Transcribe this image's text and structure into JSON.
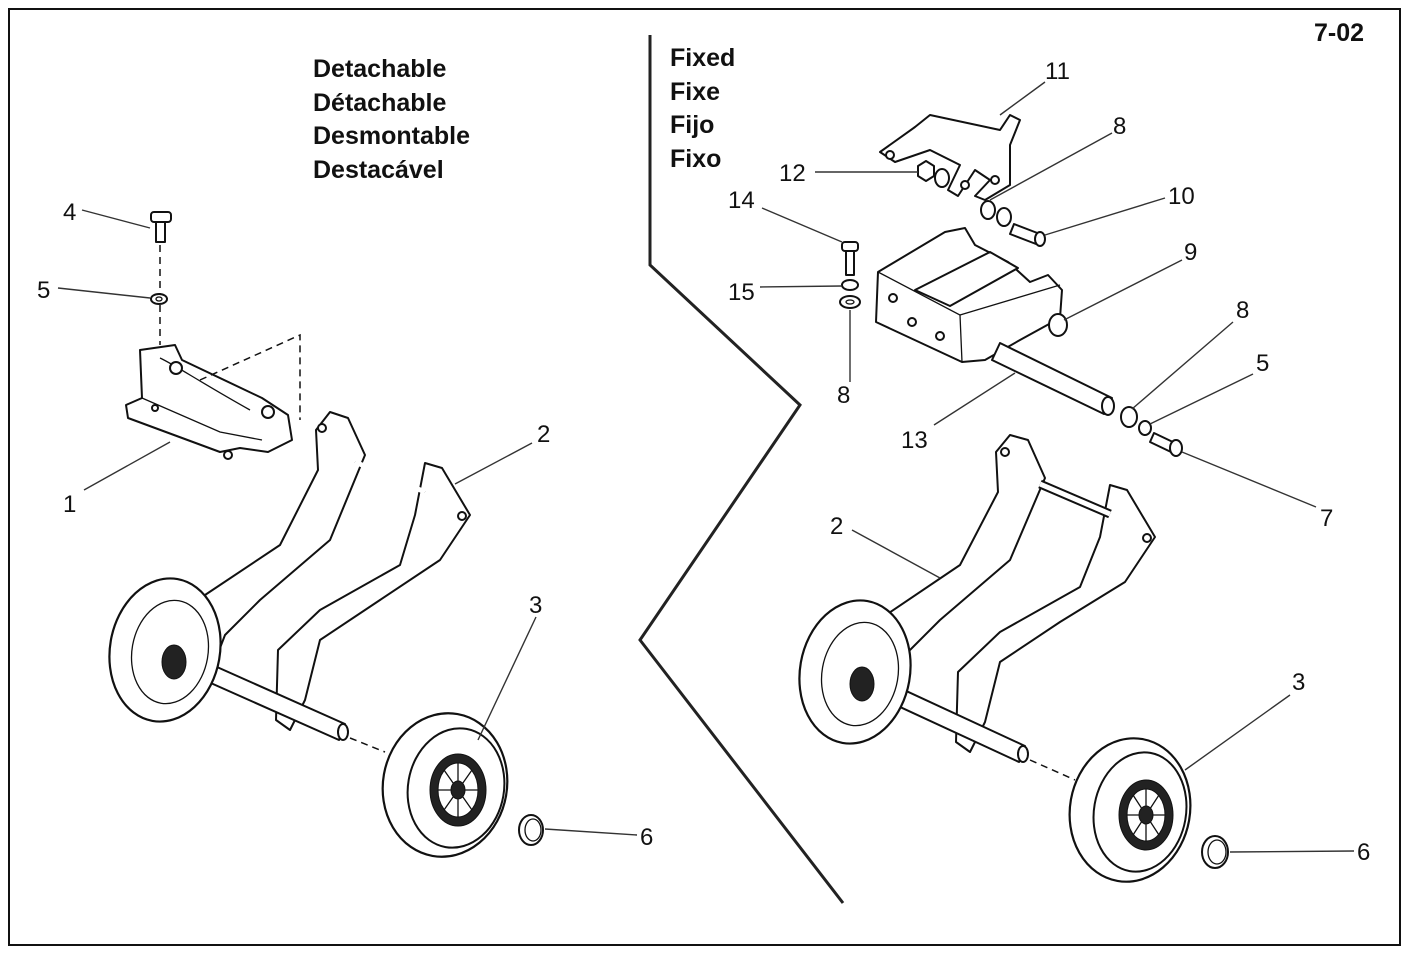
{
  "page": {
    "number": "7-02"
  },
  "sections": {
    "detachable": {
      "labels": [
        "Detachable",
        "Détachable",
        "Desmontable",
        "Destacável"
      ]
    },
    "fixed": {
      "labels": [
        "Fixed",
        "Fixe",
        "Fijo",
        "Fixo"
      ]
    }
  },
  "callouts": {
    "left": [
      "4",
      "5",
      "1",
      "2",
      "3",
      "6"
    ],
    "right": [
      "11",
      "8",
      "12",
      "10",
      "14",
      "9",
      "15",
      "8",
      "8",
      "5",
      "13",
      "7",
      "2",
      "3",
      "6"
    ]
  },
  "icons": {
    "wheel": "wheel-icon",
    "bolt": "bolt-icon",
    "washer": "washer-icon"
  },
  "colors": {
    "line": "#111111",
    "background": "#ffffff"
  }
}
